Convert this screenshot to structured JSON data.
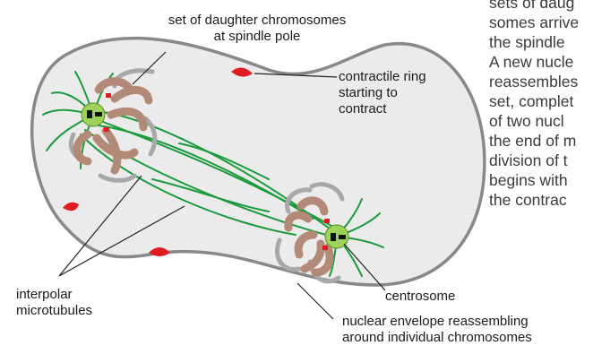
{
  "labels": {
    "daughter_set_line1": "set of daughter chromosomes",
    "daughter_set_line2": "at spindle pole",
    "ring_line1": "contractile ring",
    "ring_line2": "starting to",
    "ring_line3": "contract",
    "interpolar_line1": "interpolar",
    "interpolar_line2": "microtubules",
    "centrosome": "centrosome",
    "envelope_line1": "nuclear envelope reassembling",
    "envelope_line2": "around individual chromosomes"
  },
  "description_lines": [
    "sets of daug",
    "somes arrive",
    "the spindle",
    "A new nucle",
    "reassembles",
    "set, complet",
    "of two nucl",
    "the end of m",
    "division of t",
    "begins with",
    "the contrac"
  ],
  "colors": {
    "cell_outline": "#8a8a8a",
    "microtubule": "#1a9a3c",
    "chromosome": "#b38a78",
    "centrosome": "#9cd45a",
    "contractile_ring": "#dd1c24",
    "envelope": "#a8a8a8"
  }
}
